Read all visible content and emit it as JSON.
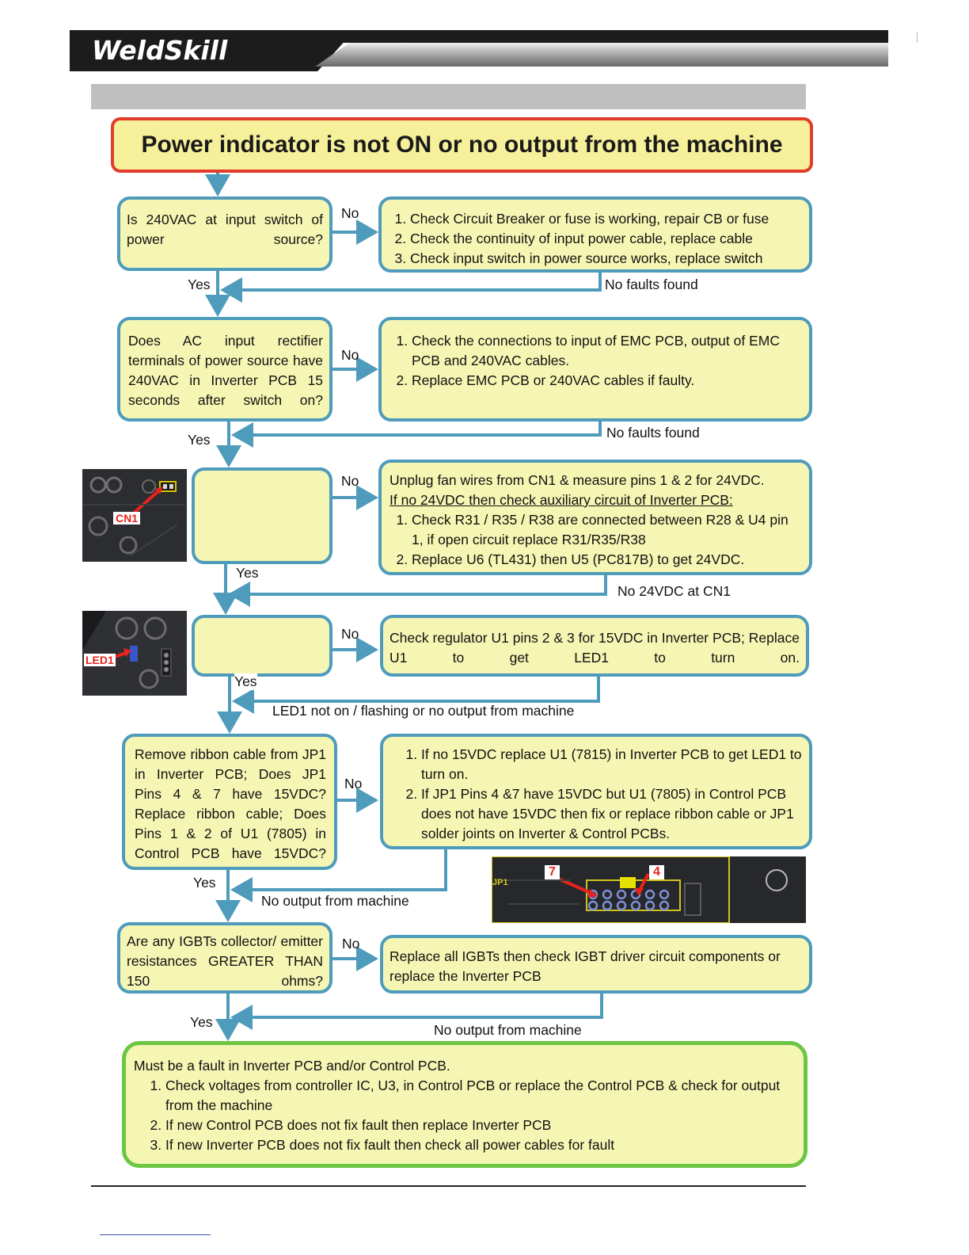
{
  "header": {
    "brand": "WeldSkill"
  },
  "title": "Power indicator is not ON or no output from the machine",
  "steps": [
    {
      "question": "Is 240VAC at input switch of power source?",
      "no_label": "No",
      "actions": [
        "Check Circuit Breaker or fuse is working, repair CB or fuse",
        "Check the continuity of input power cable, replace cable",
        "Check input switch in power source works, replace switch"
      ],
      "yes_label": "Yes",
      "return_label": "No faults found"
    },
    {
      "question": "Does AC input rectifier terminals of power source have 240VAC in Inverter PCB 15 seconds after switch on?",
      "no_label": "No",
      "actions": [
        "Check the connections to input of EMC PCB, output of EMC PCB and 240VAC cables.",
        "Replace EMC PCB or 240VAC cables if faulty."
      ],
      "yes_label": "Yes",
      "return_label": "No faults found"
    },
    {
      "question": "",
      "no_label": "No",
      "intro": "Unplug fan wires from CN1 & measure pins 1 & 2 for 24VDC.",
      "subintro": "If no 24VDC then check auxiliary circuit of Inverter PCB:",
      "actions": [
        "Check R31 / R35 / R38 are connected between R28 & U4 pin 1, if open circuit replace R31/R35/R38",
        "Replace U6 (TL431) then U5 (PC817B) to get 24VDC."
      ],
      "yes_label": "Yes",
      "return_label": "No 24VDC at CN1",
      "image_tag": "CN1"
    },
    {
      "question": "",
      "no_label": "No",
      "action_text": "Check regulator U1 pins 2 & 3 for 15VDC in Inverter PCB; Replace U1 to get LED1 to turn on.",
      "yes_label": "Yes",
      "return_label": "LED1 not on / flashing or no output from machine",
      "image_tag": "LED1"
    },
    {
      "question": "Remove ribbon cable from JP1 in Inverter PCB; Does JP1 Pins 4 & 7 have 15VDC? Replace ribbon cable; Does Pins 1 & 2 of U1 (7805) in Control PCB have 15VDC?",
      "no_label": "No",
      "actions": [
        "If no 15VDC replace U1 (7815) in Inverter PCB to get LED1 to turn on.",
        "If JP1 Pins 4 &7 have 15VDC but U1 (7805) in Control PCB does not have 15VDC then fix or replace ribbon cable or JP1 solder joints on Inverter & Control PCBs."
      ],
      "yes_label": "Yes",
      "return_label": "No output from machine",
      "image_tags": [
        "7",
        "4",
        "JP1"
      ]
    },
    {
      "question": "Are any IGBTs collector/ emitter resistances GREATER THAN 150 ohms?",
      "no_label": "No",
      "action_text": "Replace all IGBTs then check IGBT driver circuit components or replace the Inverter PCB",
      "yes_label": "Yes",
      "return_label": "No output from machine"
    }
  ],
  "final": {
    "intro": "Must be a fault in Inverter PCB and/or Control PCB.",
    "items": [
      "Check voltages from controller IC, U3, in Control PCB or replace the Control PCB & check for output from the machine",
      "If new Control PCB does not fix fault then replace Inverter PCB",
      "If new Inverter PCB does not fix fault then check all power cables for fault"
    ]
  },
  "colors": {
    "box_fill": "#f6f6b4",
    "box_border": "#4e9bbb",
    "title_border": "#e23c2c",
    "final_border": "#6cc644",
    "connector": "#4e9bbb",
    "header_dark": "#1c1c1c"
  }
}
